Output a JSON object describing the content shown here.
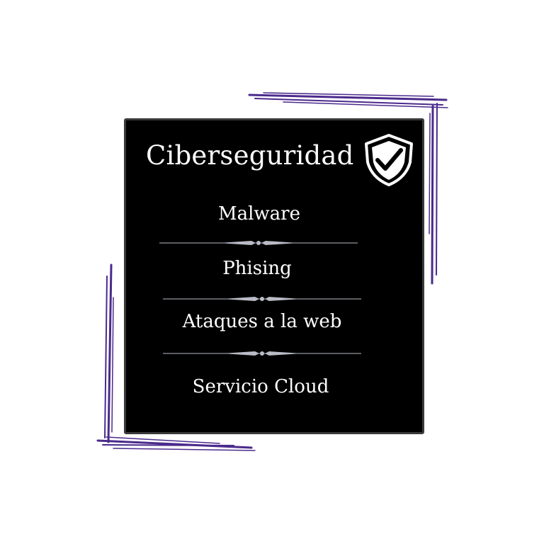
{
  "title": "Ciberseguridad",
  "items": [
    {
      "label": "Malware"
    },
    {
      "label": "Phising"
    },
    {
      "label": "Ataques a la web"
    },
    {
      "label": "Servicio Cloud"
    }
  ],
  "colors": {
    "card_background": "#000000",
    "text": "#ffffff",
    "sketch_frame": "#4b2a8c",
    "divider": "#b9bcc6"
  },
  "icons": {
    "badge": "shield-check-icon"
  }
}
